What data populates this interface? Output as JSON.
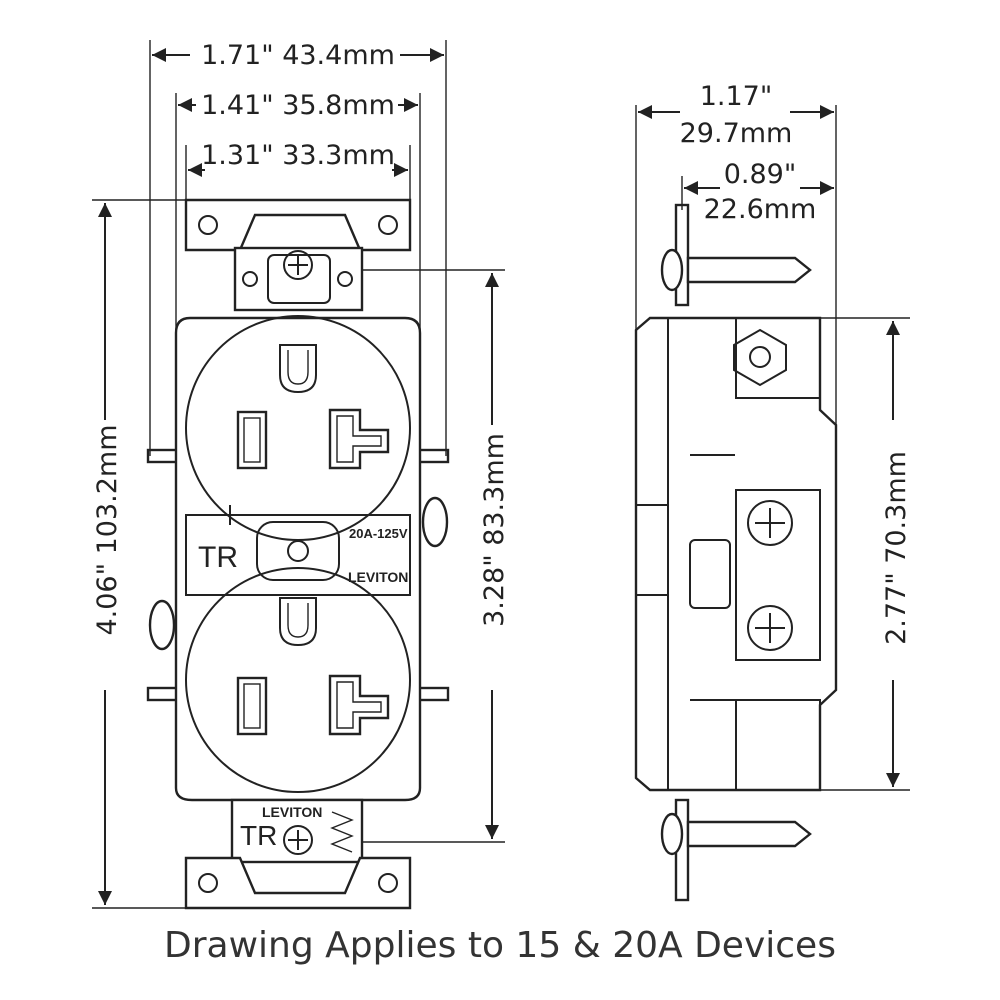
{
  "dimensions": {
    "front_width_outer": "1.71\" 43.4mm",
    "front_width_mid": "1.41\" 35.8mm",
    "front_width_inner": "1.31\" 33.3mm",
    "front_height_total": "4.06\" 103.2mm",
    "front_height_body": "3.28\" 83.3mm",
    "side_depth_total_in": "1.17\"",
    "side_depth_total_mm": "29.7mm",
    "side_depth_body_in": "0.89\"",
    "side_depth_body_mm": "22.6mm",
    "side_height": "2.77\" 70.3mm"
  },
  "device_labels": {
    "tr_center": "TR",
    "rating": "20A-125V",
    "brand_center": "LEVITON",
    "tr_bottom": "TR",
    "brand_bottom": "LEVITON"
  },
  "caption": "Drawing Applies to 15 & 20A Devices"
}
